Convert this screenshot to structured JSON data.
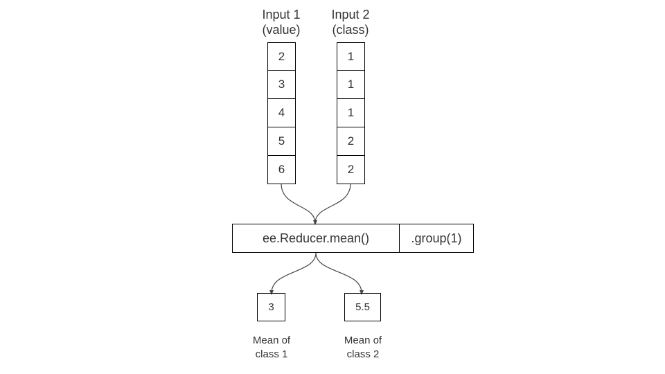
{
  "inputs": [
    {
      "title_line1": "Input 1",
      "title_line2": "(value)",
      "values": [
        "2",
        "3",
        "4",
        "5",
        "6"
      ]
    },
    {
      "title_line1": "Input 2",
      "title_line2": "(class)",
      "values": [
        "1",
        "1",
        "1",
        "2",
        "2"
      ]
    }
  ],
  "reducer": {
    "main_label": "ee.Reducer.mean()",
    "group_label": ".group(1)"
  },
  "outputs": [
    {
      "value": "3",
      "caption_line1": "Mean of",
      "caption_line2": "class 1"
    },
    {
      "value": "5.5",
      "caption_line1": "Mean of",
      "caption_line2": "class 2"
    }
  ],
  "colors": {
    "line": "#444444",
    "border": "#000000",
    "text": "#333333"
  }
}
